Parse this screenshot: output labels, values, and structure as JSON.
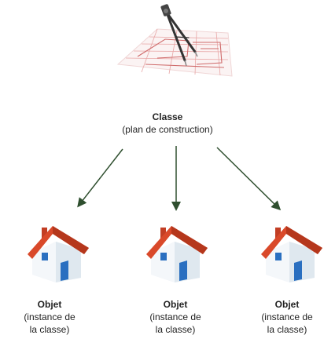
{
  "class_label": {
    "title": "Classe",
    "subtitle": "(plan de construction)"
  },
  "objects": [
    {
      "title": "Objet",
      "line1": "(instance de",
      "line2": "la classe)"
    },
    {
      "title": "Objet",
      "line1": "(instance de",
      "line2": "la classe)"
    },
    {
      "title": "Objet",
      "line1": "(instance de",
      "line2": "la classe)"
    }
  ],
  "colors": {
    "arrow": "#2f4f2f",
    "roof": "#d9492a",
    "roof_dark": "#b5371c",
    "wall": "#eef3f7",
    "wall_shade": "#c9d6e0",
    "window": "#2a6fc0",
    "chimney": "#c23e24",
    "blueprint_line": "#e08c8c"
  },
  "icons": {
    "blueprint": "blueprint-compass-icon",
    "house": "house-icon"
  }
}
